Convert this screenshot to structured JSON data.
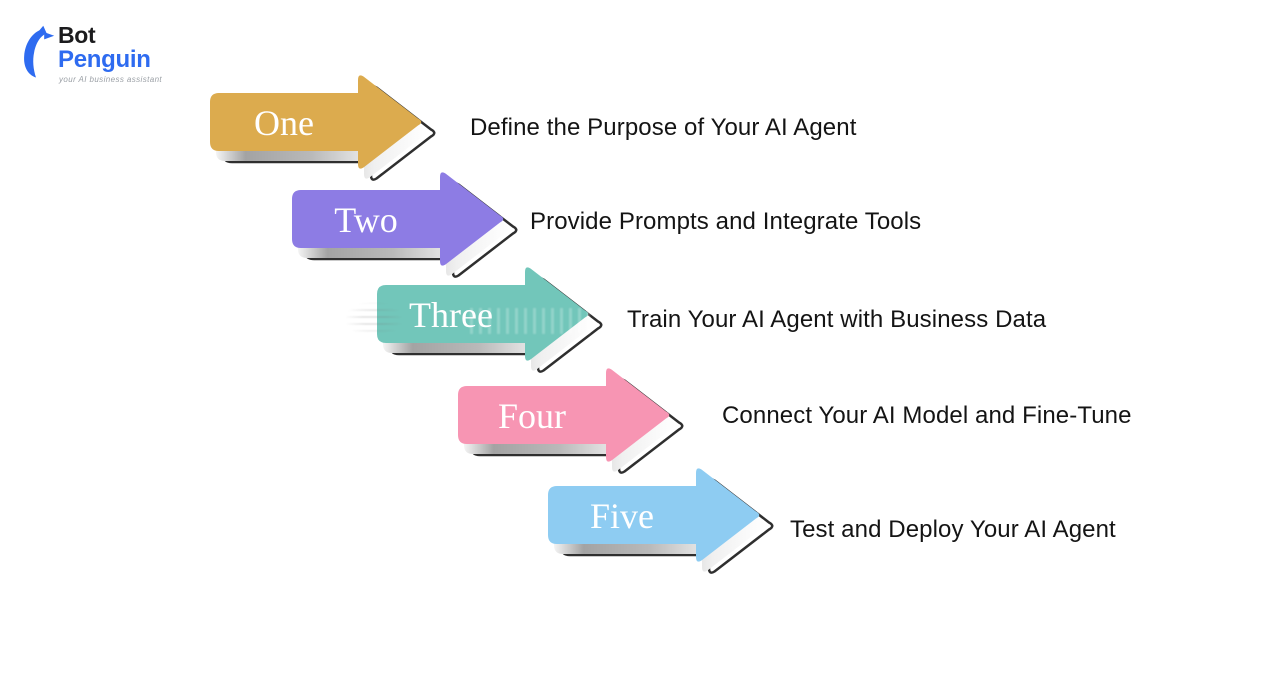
{
  "logo": {
    "bot": "Bot",
    "penguin": "Penguin",
    "tagline": "your AI business assistant",
    "brand_blue": "#2E6BF0",
    "text_dark": "#1B1B1D",
    "tagline_gray": "#9A9FA5"
  },
  "diagram": {
    "outline_color": "#2F2F2F",
    "label_text_color": "#FFFFFF"
  },
  "steps": [
    {
      "label": "One",
      "description": "Define the Purpose of Your AI Agent",
      "color": "#DCAB4E"
    },
    {
      "label": "Two",
      "description": "Provide Prompts and Integrate Tools",
      "color": "#8D7CE4"
    },
    {
      "label": "Three",
      "description": "Train Your AI Agent with Business Data",
      "color": "#72C6BA"
    },
    {
      "label": "Four",
      "description": "Connect Your AI Model and Fine-Tune",
      "color": "#F795B3"
    },
    {
      "label": "Five",
      "description": "Test and Deploy Your AI Agent",
      "color": "#8ECCF2"
    }
  ]
}
